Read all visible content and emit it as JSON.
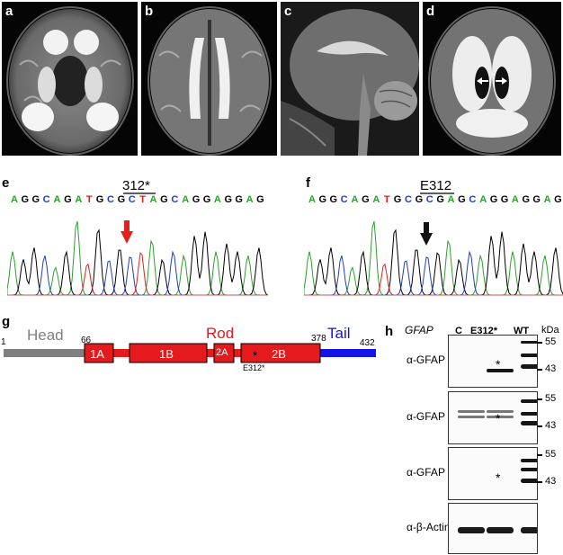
{
  "panels": {
    "a": "a",
    "b": "b",
    "c": "c",
    "d": "d",
    "e": "e",
    "f": "f",
    "g": "g",
    "h": "h"
  },
  "sequencing": {
    "e": {
      "label": "312*",
      "bases": [
        "A",
        "G",
        "G",
        "C",
        "A",
        "G",
        "A",
        "T",
        "G",
        "C",
        "G",
        "C",
        "T",
        "A",
        "G",
        "C",
        "A",
        "G",
        "G",
        "A",
        "G",
        "G",
        "A",
        "G"
      ],
      "arrow_color": "#e0201b"
    },
    "f": {
      "label": "E312",
      "bases": [
        "A",
        "G",
        "G",
        "C",
        "A",
        "G",
        "A",
        "T",
        "G",
        "C",
        "G",
        "C",
        "G",
        "A",
        "G",
        "C",
        "A",
        "G",
        "G",
        "A",
        "G",
        "G",
        "A",
        "G"
      ],
      "arrow_color": "#111111"
    },
    "base_colors": {
      "A": "#2ca02c",
      "G": "#000000",
      "C": "#1f3fbf",
      "T": "#e0201b"
    }
  },
  "domain_map": {
    "head_label": "Head",
    "rod_label": "Rod",
    "tail_label": "Tail",
    "pos_start": "1",
    "pos_66": "66",
    "pos_378": "378",
    "pos_432": "432",
    "segments": [
      "1A",
      "1B",
      "2A",
      "2B"
    ],
    "mutation_label": "E312*",
    "mutation_mark": "*",
    "colors": {
      "head": "#808080",
      "rod": "#e41a1c",
      "tail": "#1414e6"
    }
  },
  "western": {
    "gene_label": "GFAP",
    "lanes": [
      "C",
      "E312*",
      "WT"
    ],
    "kda_unit": "kDa",
    "blots": [
      {
        "label": "α-GFAP 1",
        "markers": [
          "55",
          "43"
        ],
        "star": "*"
      },
      {
        "label": "α-GFAP 2",
        "markers": [
          "55",
          "43"
        ],
        "star": "*"
      },
      {
        "label": "α-GFAP 3",
        "markers": [
          "55",
          "43"
        ],
        "star": "*"
      },
      {
        "label": "α-β-Actin",
        "markers": [],
        "star": ""
      }
    ]
  }
}
